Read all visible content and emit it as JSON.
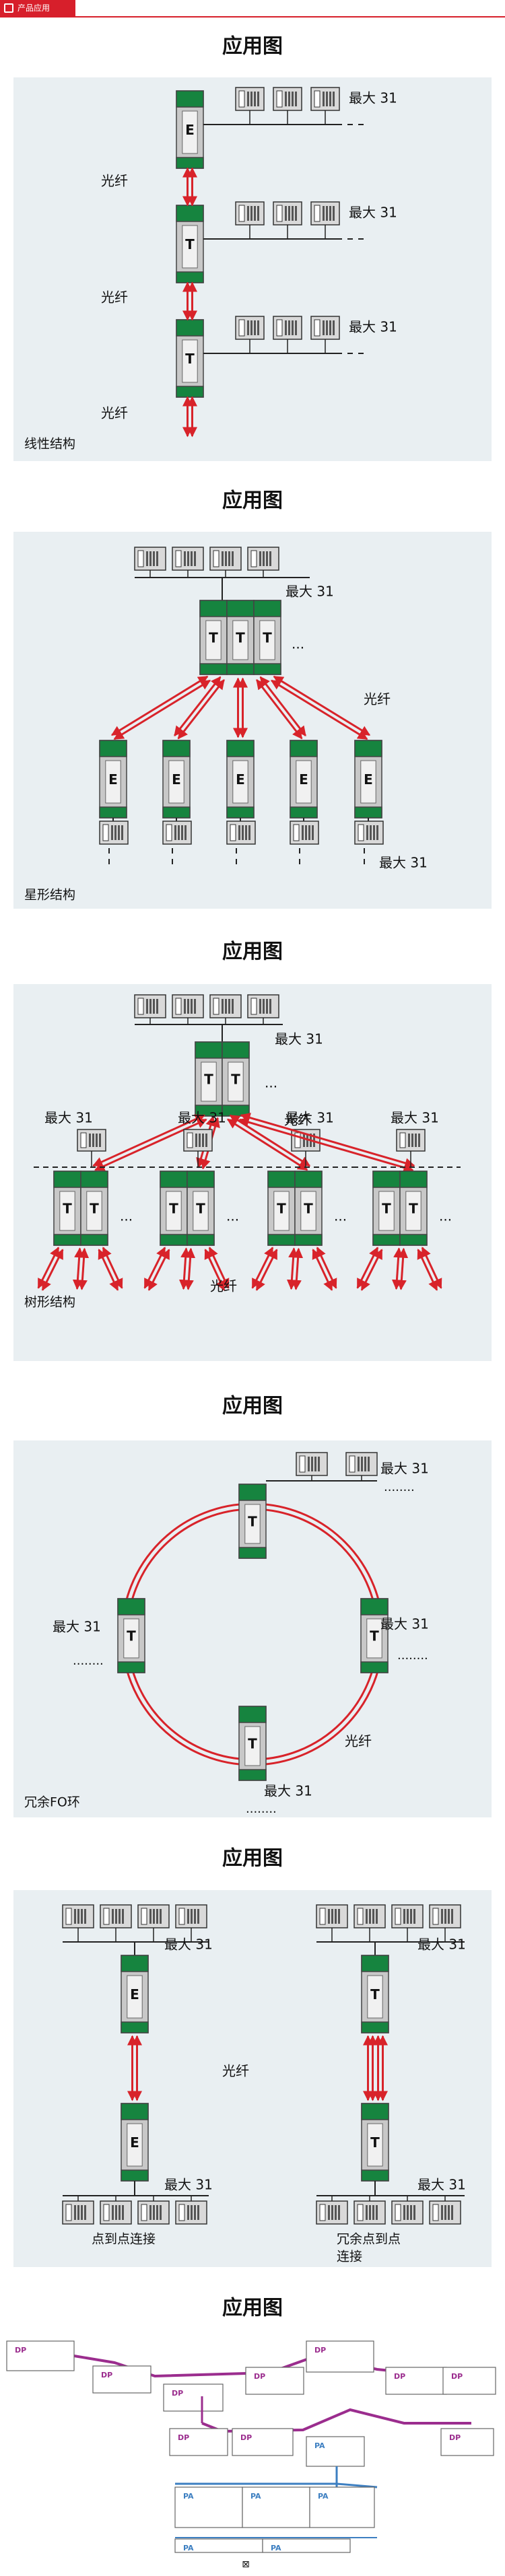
{
  "header": {
    "badge_label": "产品应用"
  },
  "section_title": "应用图",
  "labels": {
    "max31": "最大 31",
    "fiber": "光纤",
    "dots": "...",
    "dots_long": "........",
    "dashes": "- -"
  },
  "sections": [
    {
      "title": "应用图",
      "caption": "线性结构"
    },
    {
      "title": "应用图",
      "caption": "星形结构"
    },
    {
      "title": "应用图",
      "caption": "树形结构"
    },
    {
      "title": "应用图",
      "caption": "冗余FO环"
    },
    {
      "title": "应用图",
      "caption_left": "点到点连接",
      "caption_right_line1": "冗余点到点",
      "caption_right_line2": "连接"
    },
    {
      "title": "应用图"
    }
  ],
  "node_letters": {
    "electric": "E",
    "transceiver": "T"
  },
  "bus": {
    "dp": "DP",
    "pa": "PA"
  },
  "colors": {
    "panel_bg": "#e9eff2",
    "module_green": "#16843f",
    "module_body": "#c8c8c8",
    "fiber_red": "#d8232a",
    "bus_purple": "#9b2d8e",
    "bus_blue": "#3d7fc1",
    "header_red": "#d71f2b"
  }
}
